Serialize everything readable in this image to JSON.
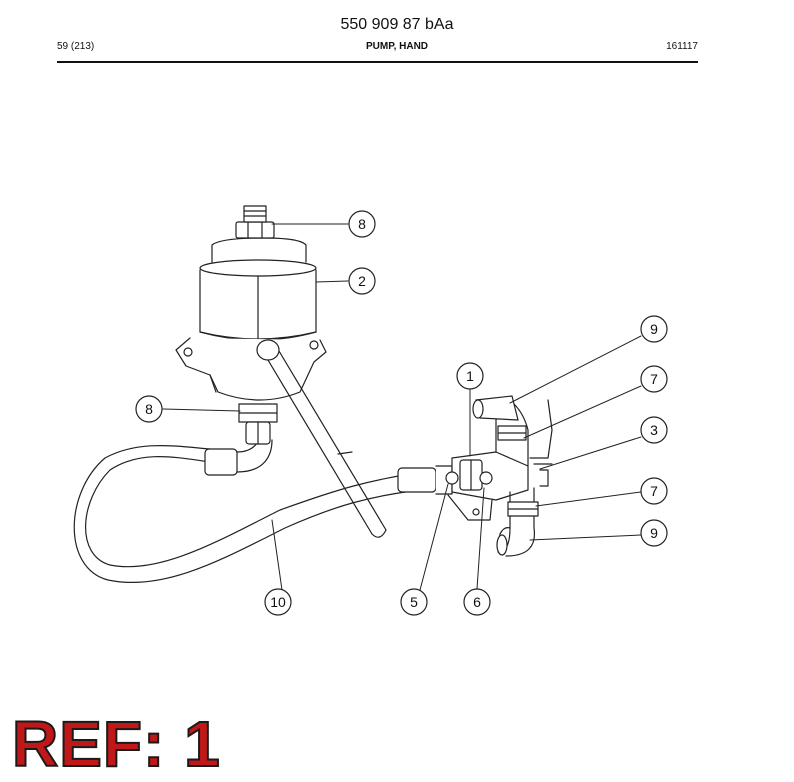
{
  "header": {
    "doc_number": "550 909 87 bAa",
    "page": "59 (213)",
    "section_title": "PUMP, HAND",
    "date_code": "161117"
  },
  "callouts": [
    "8",
    "2",
    "9",
    "1",
    "7",
    "3",
    "8",
    "7",
    "9",
    "10",
    "5",
    "6"
  ],
  "ref_label": "REF: 1"
}
